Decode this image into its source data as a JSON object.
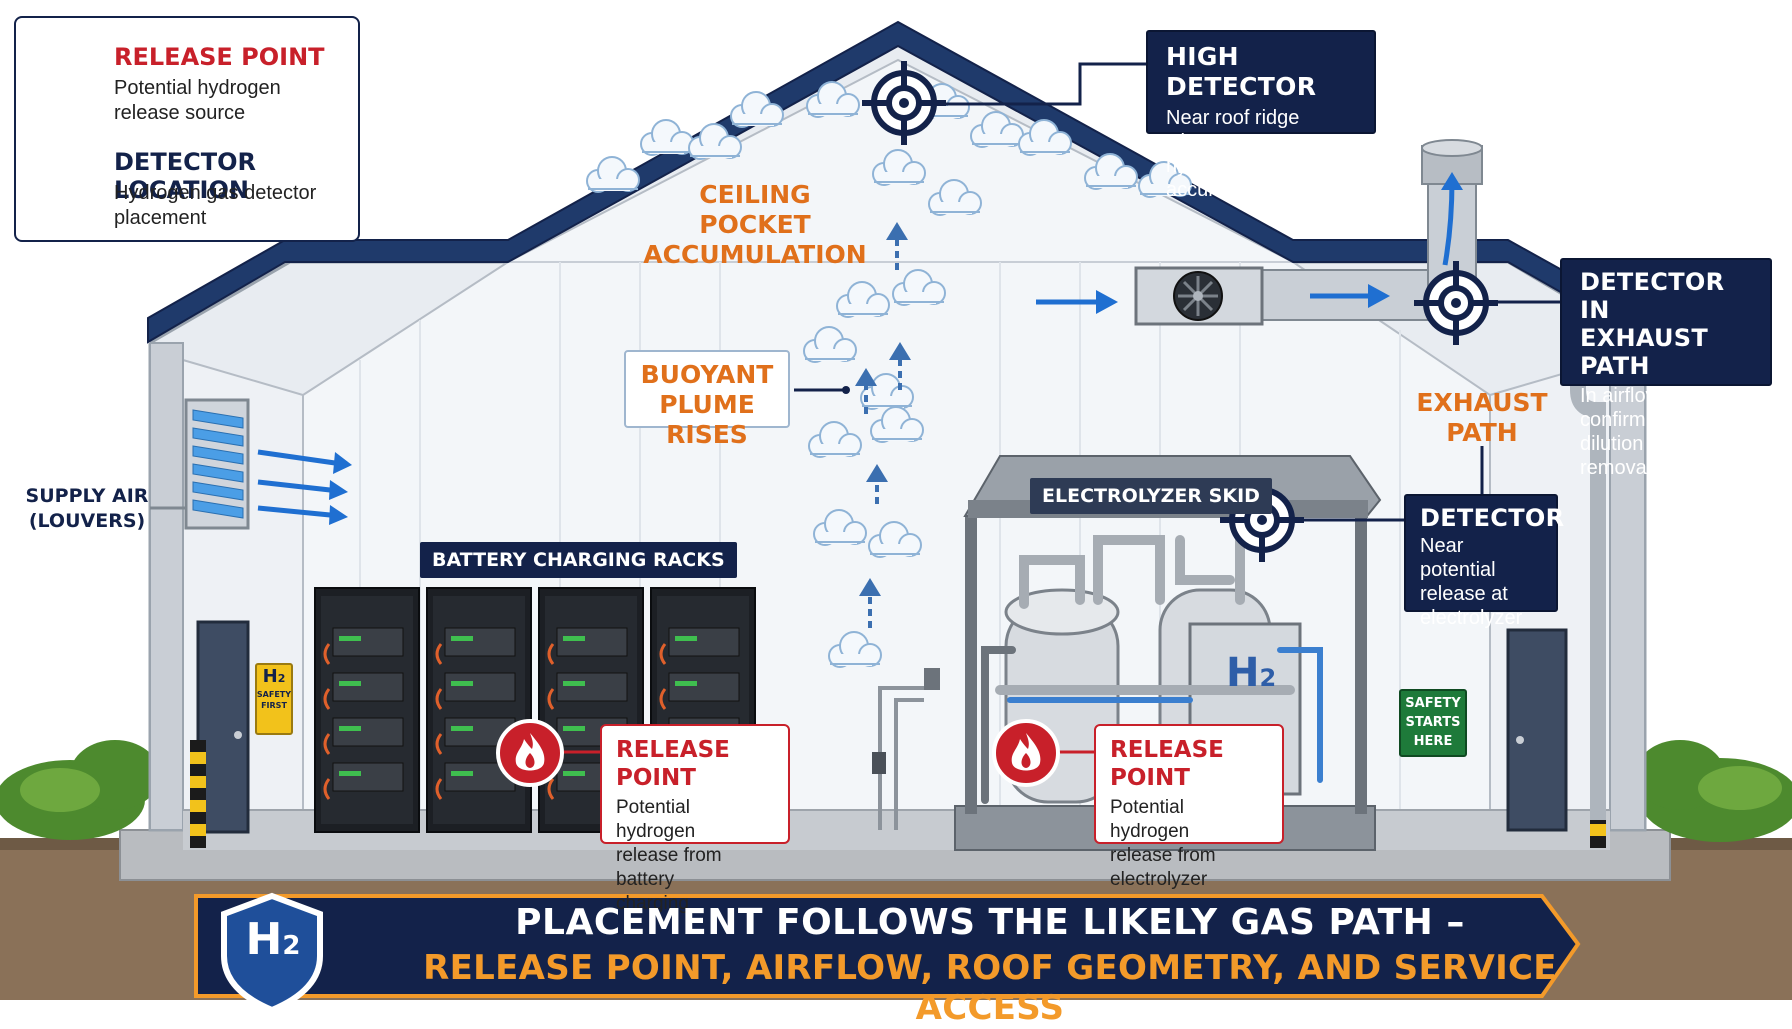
{
  "legend": {
    "release_title": "RELEASE POINT",
    "release_desc_1": "Potential hydrogen",
    "release_desc_2": "release source",
    "detector_title": "DETECTOR LOCATION",
    "detector_desc_1": "Hydrogen gas detector",
    "detector_desc_2": "placement"
  },
  "labels": {
    "ceiling_pocket_1": "CEILING POCKET",
    "ceiling_pocket_2": "ACCUMULATION",
    "buoyant_1": "BUOYANT",
    "buoyant_2": "PLUME RISES",
    "supply_air_1": "SUPPLY AIR",
    "supply_air_2": "(LOUVERS)",
    "exhaust_1": "EXHAUST",
    "exhaust_2": "PATH",
    "battery_racks": "BATTERY CHARGING RACKS",
    "electrolyzer_skid": "ELECTROLYZER SKID"
  },
  "callouts": {
    "high_detector": {
      "title": "HIGH DETECTOR",
      "line1": "Near roof ridge where",
      "line2": "hydrogen accumulates"
    },
    "exhaust_detector": {
      "title1": "DETECTOR IN",
      "title2": "EXHAUST PATH",
      "line1": "In airflow to confirm",
      "line2": "dilution and removal"
    },
    "electrolyzer_detector": {
      "title": "DETECTOR",
      "line1": "Near potential",
      "line2": "release at",
      "line3": "electrolyzer"
    },
    "battery_release": {
      "title": "RELEASE POINT",
      "line1": "Potential hydrogen",
      "line2": "release from battery",
      "line3": "charging"
    },
    "electrolyzer_release": {
      "title": "RELEASE POINT",
      "line1": "Potential hydrogen",
      "line2": "release from",
      "line3": "electrolyzer"
    }
  },
  "signs": {
    "h2_sign_main": "H",
    "h2_sign_sub": "2",
    "h2_sign_line1": "SAFETY",
    "h2_sign_line2": "FIRST",
    "safety_line1": "SAFETY",
    "safety_line2": "STARTS",
    "safety_line3": "HERE",
    "tank_h": "H",
    "tank_sub": "2",
    "shield_h": "H",
    "shield_sub": "2"
  },
  "banner": {
    "line1": "PLACEMENT FOLLOWS THE LIKELY GAS PATH –",
    "line2": "RELEASE POINT, AIRFLOW, ROOF GEOMETRY, AND SERVICE ACCESS"
  },
  "colors": {
    "navy": "#13224a",
    "release_red": "#c8202a",
    "accent_orange": "#e0701b",
    "airflow_blue": "#1f6fd1",
    "safety_green": "#1e7a3a"
  },
  "icons": [
    "flame-icon",
    "crosshair-icon",
    "fan-icon",
    "h2-shield-icon",
    "cloud-icon",
    "arrow-up-icon",
    "arrow-right-icon"
  ]
}
